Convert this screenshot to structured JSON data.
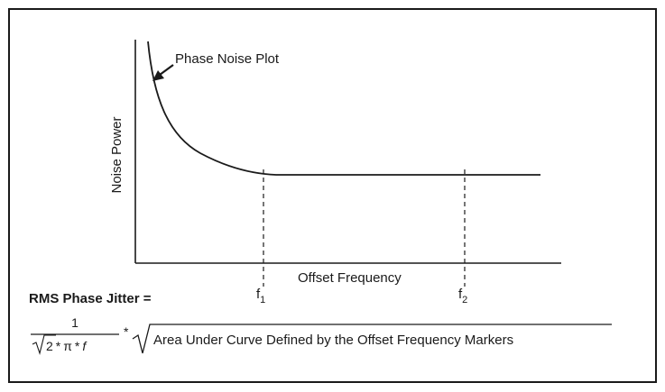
{
  "plot": {
    "curve_label": "Phase Noise Plot",
    "y_axis_label": "Noise Power",
    "x_axis_label": "Offset Frequency",
    "marker_1": {
      "base": "f",
      "sub": "1"
    },
    "marker_2": {
      "base": "f",
      "sub": "2"
    }
  },
  "formula": {
    "heading": "RMS Phase Jitter =",
    "numerator": "1",
    "sqrt_arg": "2",
    "times": "*",
    "pi": "π",
    "f": "f",
    "sqrt_content": "Area Under Curve Defined by the Offset Frequency Markers"
  },
  "colors": {
    "stroke": "#1a1a1a",
    "background": "#ffffff"
  }
}
